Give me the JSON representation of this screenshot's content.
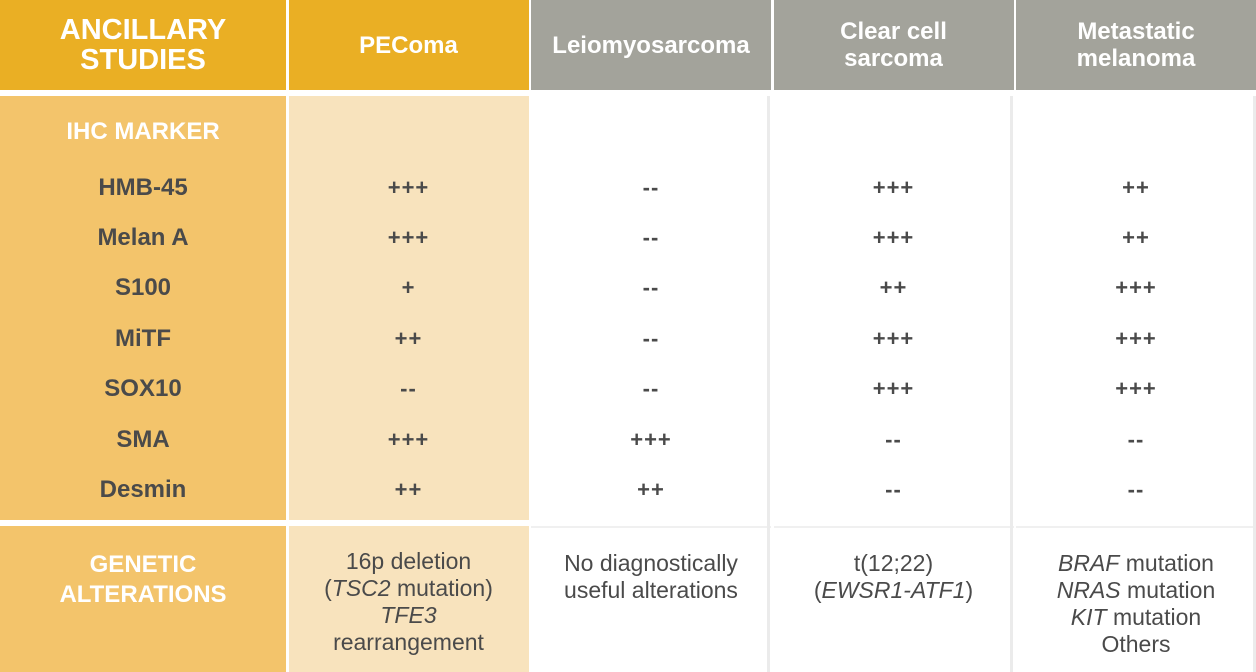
{
  "headers": {
    "ancillary_line1": "ANCILLARY",
    "ancillary_line2": "STUDIES",
    "pecoma": "PEComa",
    "leiomyosarcoma": "Leiomyosarcoma",
    "clear_cell_line1": "Clear cell",
    "clear_cell_line2": "sarcoma",
    "metastatic_line1": "Metastatic",
    "metastatic_line2": "melanoma"
  },
  "ihc": {
    "title": "IHC MARKER",
    "markers": [
      {
        "name": "HMB-45",
        "pecoma": "+++",
        "leiomyosarcoma": "--",
        "clear_cell": "+++",
        "melanoma": "++"
      },
      {
        "name": "Melan A",
        "pecoma": "+++",
        "leiomyosarcoma": "--",
        "clear_cell": "+++",
        "melanoma": "++"
      },
      {
        "name": "S100",
        "pecoma": "+",
        "leiomyosarcoma": "--",
        "clear_cell": "++",
        "melanoma": "+++"
      },
      {
        "name": "MiTF",
        "pecoma": "++",
        "leiomyosarcoma": "--",
        "clear_cell": "+++",
        "melanoma": "+++"
      },
      {
        "name": "SOX10",
        "pecoma": "--",
        "leiomyosarcoma": "--",
        "clear_cell": "+++",
        "melanoma": "+++"
      },
      {
        "name": "SMA",
        "pecoma": "+++",
        "leiomyosarcoma": "+++",
        "clear_cell": "--",
        "melanoma": "--"
      },
      {
        "name": "Desmin",
        "pecoma": "++",
        "leiomyosarcoma": "++",
        "clear_cell": "--",
        "melanoma": "--"
      }
    ]
  },
  "genetic": {
    "title_line1": "GENETIC",
    "title_line2": "ALTERATIONS",
    "pecoma": {
      "line1": "16p deletion",
      "line2_open": "(",
      "line2_gene": "TSC2",
      "line2_rest": " mutation)",
      "line3_gene": "TFE3",
      "line4": "rearrangement"
    },
    "leiomyosarcoma": {
      "line1": "No diagnostically",
      "line2": "useful alterations"
    },
    "clear_cell": {
      "line1": "t(12;22)",
      "line2_open": "(",
      "line2_gene": "EWSR1-ATF1",
      "line2_close": ")"
    },
    "melanoma": {
      "braf_gene": "BRAF",
      "braf_rest": " mutation",
      "nras_gene": "NRAS",
      "nras_rest": " mutation",
      "kit_gene": "KIT",
      "kit_rest": " mutation",
      "others": "Others"
    }
  },
  "colors": {
    "header_orange": "#eaaf24",
    "header_gray": "#a3a39b",
    "marker_column": "#f3c46b",
    "pecoma_column": "#f8e3bd",
    "text_dark": "#4a4a4a"
  }
}
